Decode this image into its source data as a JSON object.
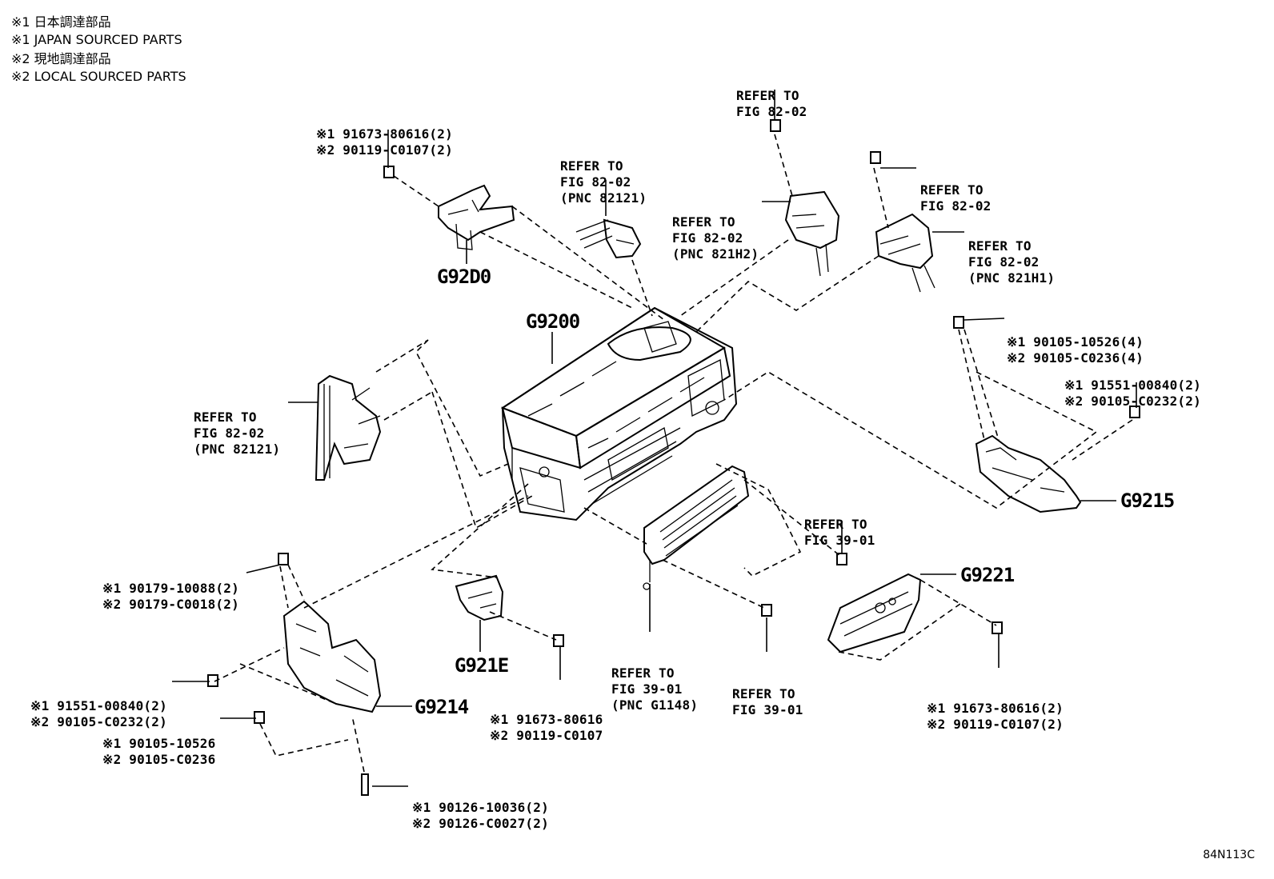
{
  "legend": [
    "※1 日本調達部品",
    "※1 JAPAN SOURCED PARTS",
    "※2 現地調達部品",
    "※2 LOCAL SOURCED PARTS"
  ],
  "part_codes": {
    "g92d0": "G92D0",
    "g9200": "G9200",
    "g9215": "G9215",
    "g9221": "G9221",
    "g921e": "G921E",
    "g9214": "G9214"
  },
  "callouts": {
    "bolt_top_left": [
      "※1 91673-80616(2)",
      "※2 90119-C0107(2)"
    ],
    "ref_pnc_82121_top": [
      "REFER TO",
      "FIG 82-02",
      "(PNC 82121)"
    ],
    "ref_82_02_top": [
      "REFER TO",
      "FIG 82-02"
    ],
    "ref_pnc_821h2": [
      "REFER TO",
      "FIG 82-02",
      "(PNC 821H2)"
    ],
    "ref_82_02_right": [
      "REFER TO",
      "FIG 82-02"
    ],
    "ref_pnc_821h1": [
      "REFER TO",
      "FIG 82-02",
      "(PNC 821H1)"
    ],
    "bolt_right_4": [
      "※1 90105-10526(4)",
      "※2 90105-C0236(4)"
    ],
    "bolt_right_2": [
      "※1 91551-00840(2)",
      "※2 90105-C0232(2)"
    ],
    "ref_pnc_82121_left": [
      "REFER TO",
      "FIG 82-02",
      "(PNC 82121)"
    ],
    "ref_39_01_right": [
      "REFER TO",
      "FIG 39-01"
    ],
    "nut_left": [
      "※1 90179-10088(2)",
      "※2 90179-C0018(2)"
    ],
    "bolt_left_2": [
      "※1 91551-00840(2)",
      "※2 90105-C0232(2)"
    ],
    "bolt_left_1": [
      "※1 90105-10526",
      "※2 90105-C0236"
    ],
    "stud_bottom": [
      "※1 90126-10036(2)",
      "※2 90126-C0027(2)"
    ],
    "bolt_g921e": [
      "※1 91673-80616",
      "※2 90119-C0107"
    ],
    "ref_pnc_g1148": [
      "REFER TO",
      "FIG 39-01",
      "(PNC G1148)"
    ],
    "ref_39_01_bottom": [
      "REFER TO",
      "FIG 39-01"
    ],
    "bolt_g9221": [
      "※1 91673-80616(2)",
      "※2 90119-C0107(2)"
    ]
  },
  "illustration_id": "84N113C"
}
